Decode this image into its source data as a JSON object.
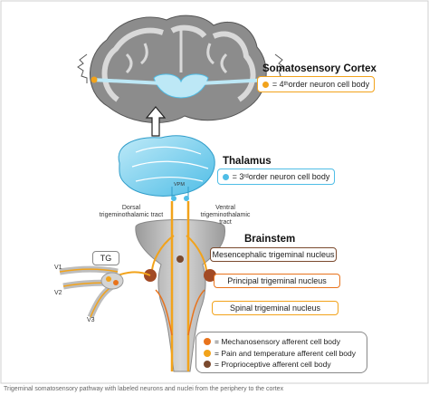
{
  "labels": {
    "cortex_title": "Somatosensory Cortex",
    "cortex_box_pre": "= 4",
    "cortex_box_sup": "th",
    "cortex_box_post": " order neuron cell body",
    "thalamus_title": "Thalamus",
    "thalamus_box_pre": "= 3",
    "thalamus_box_sup": "rd",
    "thalamus_box_post": " order neuron cell body",
    "vpm": "VPM",
    "dorsal_tract": "Dorsal trigeminothalamic tract",
    "ventral_tract": "Ventral trigeminothalamic tract",
    "brainstem_title": "Brainstem",
    "mesencephalic": "Mesencephalic trigeminal nucleus",
    "principal": "Principal trigeminal nucleus",
    "spinal": "Spinal trigeminal nucleus",
    "tg": "TG",
    "v1": "V1",
    "v2": "V2",
    "v3": "V3",
    "caption": "Trigeminal somatosensory pathway with labeled neurons and nuclei from the periphery to the cortex"
  },
  "legend": [
    {
      "icon": "mechanosensory-icon",
      "text": "= Mechanosensory afferent cell body",
      "color": "#e8731c"
    },
    {
      "icon": "pain-temperature-icon",
      "text": "= Pain and temperature afferent cell body",
      "color": "#f2a31b"
    },
    {
      "icon": "proprioceptive-icon",
      "text": "= Proprioceptive afferent cell body",
      "color": "#7b4a2e"
    }
  ],
  "colors": {
    "cortex_gray": "#8c8c8c",
    "thalamus_blue": "#5ec6ea",
    "orange": "#f2a31b",
    "dark_orange": "#e8731c",
    "brown": "#7b4a2e"
  }
}
